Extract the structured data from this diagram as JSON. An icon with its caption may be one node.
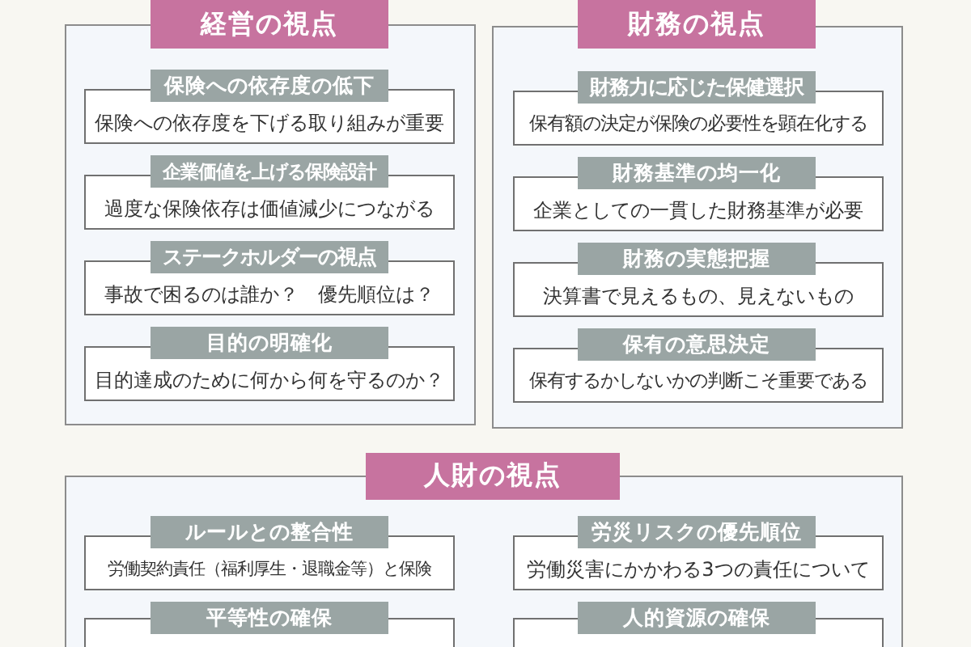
{
  "diagram": {
    "nodes": [
      {
        "text": [
          "経営の視点"
        ]
      },
      {
        "text": [
          "保険への依存度の低下",
          "保険への依存度を下げる取り組みが重要"
        ],
        "in": 0
      },
      {
        "text": [
          "企業価値を上げる保険設計",
          "過度な保険依存は価値減少につながる"
        ],
        "in": 0
      },
      {
        "text": [
          "ステークホルダーの視点",
          "事故で困るのは誰か？　優先順位は？"
        ],
        "in": 0
      },
      {
        "text": [
          "目的の明確化",
          "目的達成のために何から何を守るのか？"
        ],
        "in": 0
      },
      {
        "text": [
          "財務の視点"
        ]
      },
      {
        "text": [
          "財務力に応じた保健選択",
          "保有額の決定が保険の必要性を顕在化する"
        ],
        "in": 5
      },
      {
        "text": [
          "財務基準の均一化",
          "企業としての一貫した財務基準が必要"
        ],
        "in": 5
      },
      {
        "text": [
          "財務の実態把握",
          "決算書で見えるもの、見えないもの"
        ],
        "in": 5
      },
      {
        "text": [
          "保有の意思決定",
          "保有するかしないかの判断こそ重要である"
        ],
        "in": 5
      },
      {
        "text": [
          "人財の視点"
        ]
      },
      {
        "text": [
          "ルールとの整合性",
          "労働契約責任（福利厚生・退職金等）と保険"
        ],
        "in": 10
      },
      {
        "text": [
          "労災リスクの優先順位",
          "労働災害にかかわる3つの責任について"
        ],
        "in": 10
      },
      {
        "text": [
          "平等性の確保"
        ],
        "in": 10
      },
      {
        "text": [
          "人的資源の確保"
        ],
        "in": 10
      }
    ]
  }
}
